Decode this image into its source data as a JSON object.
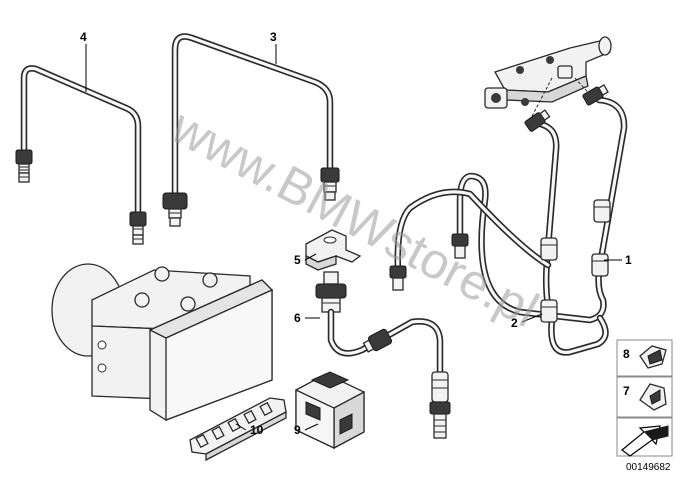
{
  "callouts": [
    "1",
    "2",
    "3",
    "4",
    "5",
    "6",
    "7",
    "8",
    "9",
    "10"
  ],
  "watermark": "www.BMWstore.pl",
  "catalog_number": "00149682"
}
